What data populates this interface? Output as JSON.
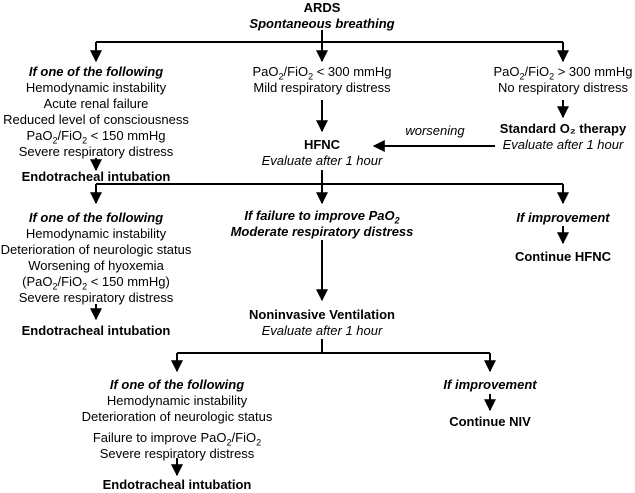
{
  "top": {
    "title": "ARDS",
    "subtitle": "Spontaneous breathing"
  },
  "level1": {
    "left": {
      "header": "If one of the following",
      "items": [
        "Hemodynamic instability",
        "Acute renal failure",
        "Reduced level of consciousness"
      ],
      "pf_prefix": "PaO",
      "pf_sub1": "2",
      "pf_mid": "/FiO",
      "pf_sub2": "2",
      "pf_suffix": " < 150 mmHg",
      "last": "Severe respiratory distress",
      "outcome": "Endotracheal intubation"
    },
    "center": {
      "pf_prefix": "PaO",
      "pf_sub1": "2",
      "pf_mid": "/FiO",
      "pf_sub2": "2",
      "pf_suffix": " < 300 mmHg",
      "line2": "Mild respiratory distress"
    },
    "right": {
      "pf_prefix": "PaO",
      "pf_sub1": "2",
      "pf_mid": "/FiO",
      "pf_sub2": "2",
      "pf_suffix": " > 300 mmHg",
      "line2": "No respiratory distress",
      "therapy": "Standard O₂ therapy",
      "eval": "Evaluate after 1 hour"
    }
  },
  "worsening": "worsening",
  "hfnc": {
    "title": "HFNC",
    "eval": "Evaluate after 1 hour"
  },
  "level2": {
    "left": {
      "header": "If one of the following",
      "items": [
        "Hemodynamic instability",
        "Deterioration of neurologic status",
        "Worsening of hyoxemia"
      ],
      "pf_prefix": "(PaO",
      "pf_sub1": "2",
      "pf_mid": "/FiO",
      "pf_sub2": "2",
      "pf_suffix": " < 150 mmHg)",
      "last": "Severe respiratory distress",
      "outcome": "Endotracheal intubation"
    },
    "center": {
      "line1_prefix": "If failure to improve PaO",
      "line1_sub": "2",
      "line2": "Moderate respiratory distress"
    },
    "right": {
      "header": "If improvement",
      "outcome": "Continue HFNC"
    }
  },
  "niv": {
    "title": "Noninvasive Ventilation",
    "eval": "Evaluate after 1 hour"
  },
  "level3": {
    "left": {
      "header": "If one of the following",
      "items": [
        "Hemodynamic instability",
        "Deterioration of neurologic status"
      ],
      "pf_prefix": "Failure to improve PaO",
      "pf_sub1": "2",
      "pf_mid": "/FiO",
      "pf_sub2": "2",
      "pf_suffix": "",
      "last": "Severe respiratory distress",
      "outcome": "Endotracheal intubation"
    },
    "right": {
      "header": "If improvement",
      "outcome": "Continue NIV"
    }
  }
}
